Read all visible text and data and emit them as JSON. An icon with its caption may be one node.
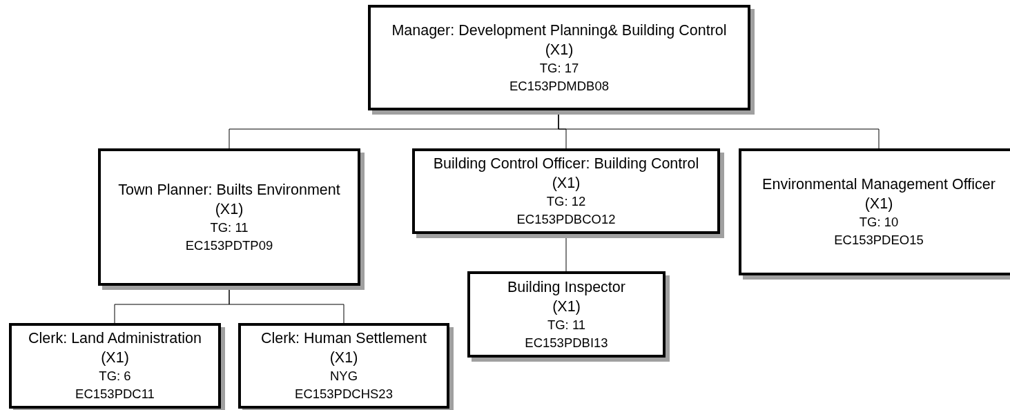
{
  "diagram": {
    "nodes": [
      {
        "text": [
          "Manager: Development Planning& Building Control",
          "(X1)",
          "TG: 17",
          "EC153PDMDB08"
        ]
      },
      {
        "text": [
          "Town Planner: Builts Environment",
          "(X1)",
          "TG: 11",
          "EC153PDTP09"
        ]
      },
      {
        "text": [
          "Building Control Officer: Building Control",
          "(X1)",
          "TG: 12",
          "EC153PDBCO12"
        ]
      },
      {
        "text": [
          "Environmental Management Officer",
          "(X1)",
          "TG: 10",
          "EC153PDEO15"
        ]
      },
      {
        "text": [
          "Building Inspector",
          "(X1)",
          "TG: 11",
          "EC153PDBI13"
        ]
      },
      {
        "text": [
          "Clerk: Land Administration",
          "(X1)",
          "TG: 6",
          "EC153PDC11"
        ]
      },
      {
        "text": [
          "Clerk: Human Settlement",
          "(X1)",
          "NYG",
          "EC153PDCHS23"
        ]
      }
    ],
    "edges": [
      {
        "from": 0,
        "to": 1,
        "arrow": "none"
      },
      {
        "from": 0,
        "to": 2,
        "arrow": "none"
      },
      {
        "from": 0,
        "to": 3,
        "arrow": "none"
      },
      {
        "from": 2,
        "to": 4,
        "arrow": "none"
      },
      {
        "from": 1,
        "to": 5,
        "arrow": "none"
      },
      {
        "from": 1,
        "to": 6,
        "arrow": "none"
      }
    ]
  }
}
